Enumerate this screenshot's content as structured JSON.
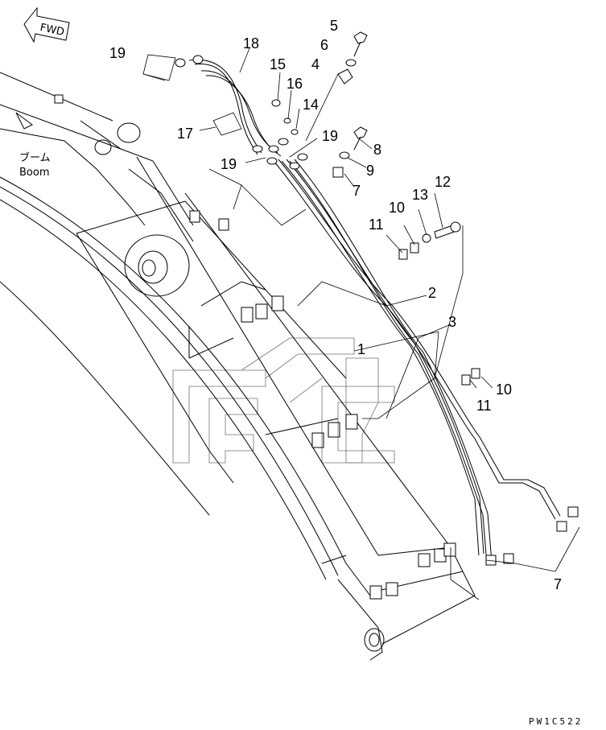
{
  "direction_label": "FWD",
  "boom_label_jp": "ブーム",
  "boom_label_en": "Boom",
  "figure_code": "PW1C522",
  "callouts": [
    {
      "id": "c1",
      "text": "1"
    },
    {
      "id": "c2",
      "text": "2"
    },
    {
      "id": "c3",
      "text": "3"
    },
    {
      "id": "c4",
      "text": "4"
    },
    {
      "id": "c5",
      "text": "5"
    },
    {
      "id": "c6",
      "text": "6"
    },
    {
      "id": "c7a",
      "text": "7"
    },
    {
      "id": "c7b",
      "text": "7"
    },
    {
      "id": "c8",
      "text": "8"
    },
    {
      "id": "c9",
      "text": "9"
    },
    {
      "id": "c10a",
      "text": "10"
    },
    {
      "id": "c10b",
      "text": "10"
    },
    {
      "id": "c11a",
      "text": "11"
    },
    {
      "id": "c11b",
      "text": "11"
    },
    {
      "id": "c12",
      "text": "12"
    },
    {
      "id": "c13",
      "text": "13"
    },
    {
      "id": "c14",
      "text": "14"
    },
    {
      "id": "c15",
      "text": "15"
    },
    {
      "id": "c16",
      "text": "16"
    },
    {
      "id": "c17",
      "text": "17"
    },
    {
      "id": "c18",
      "text": "18"
    },
    {
      "id": "c19a",
      "text": "19"
    },
    {
      "id": "c19b",
      "text": "19"
    },
    {
      "id": "c19c",
      "text": "19"
    }
  ]
}
